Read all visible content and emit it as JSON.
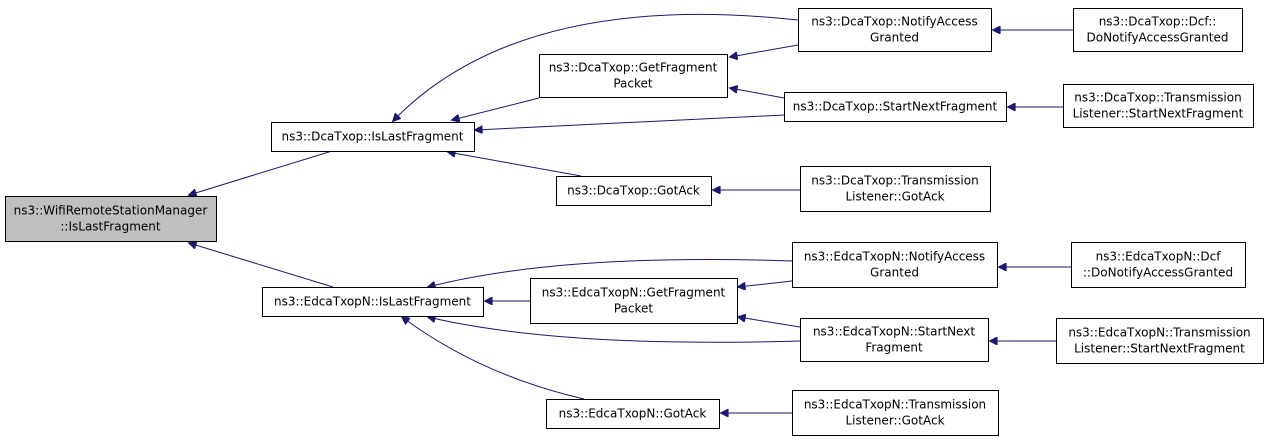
{
  "graph": {
    "colors": {
      "edge": "#191970",
      "root_fill": "#bfbfbf",
      "node_fill": "#ffffff",
      "border": "#000000"
    },
    "nodes": {
      "root": [
        "ns3::WifiRemoteStationManager",
        "::IsLastFragment"
      ],
      "dca_islast": [
        "ns3::DcaTxop::IsLastFragment"
      ],
      "dca_notify": [
        "ns3::DcaTxop::NotifyAccess",
        "Granted"
      ],
      "dca_dcf_notify": [
        "ns3::DcaTxop::Dcf::",
        "DoNotifyAccessGranted"
      ],
      "dca_getfrag": [
        "ns3::DcaTxop::GetFragment",
        "Packet"
      ],
      "dca_startnext": [
        "ns3::DcaTxop::StartNextFragment"
      ],
      "dca_tl_startnext": [
        "ns3::DcaTxop::Transmission",
        "Listener::StartNextFragment"
      ],
      "dca_gotack": [
        "ns3::DcaTxop::GotAck"
      ],
      "dca_tl_gotack": [
        "ns3::DcaTxop::Transmission",
        "Listener::GotAck"
      ],
      "edca_islast": [
        "ns3::EdcaTxopN::IsLastFragment"
      ],
      "edca_notify": [
        "ns3::EdcaTxopN::NotifyAccess",
        "Granted"
      ],
      "edca_dcf_notify": [
        "ns3::EdcaTxopN::Dcf",
        "::DoNotifyAccessGranted"
      ],
      "edca_getfrag": [
        "ns3::EdcaTxopN::GetFragment",
        "Packet"
      ],
      "edca_startnext": [
        "ns3::EdcaTxopN::StartNext",
        "Fragment"
      ],
      "edca_tl_startnext": [
        "ns3::EdcaTxopN::Transmission",
        "Listener::StartNextFragment"
      ],
      "edca_gotack": [
        "ns3::EdcaTxopN::GotAck"
      ],
      "edca_tl_gotack": [
        "ns3::EdcaTxopN::Transmission",
        "Listener::GotAck"
      ]
    },
    "edges": [
      {
        "from": "dca_islast",
        "to": "root"
      },
      {
        "from": "edca_islast",
        "to": "root"
      },
      {
        "from": "dca_notify",
        "to": "dca_islast"
      },
      {
        "from": "dca_getfrag",
        "to": "dca_islast"
      },
      {
        "from": "dca_startnext",
        "to": "dca_islast"
      },
      {
        "from": "dca_gotack",
        "to": "dca_islast"
      },
      {
        "from": "dca_notify",
        "to": "dca_getfrag"
      },
      {
        "from": "dca_startnext",
        "to": "dca_getfrag"
      },
      {
        "from": "dca_dcf_notify",
        "to": "dca_notify"
      },
      {
        "from": "dca_tl_startnext",
        "to": "dca_startnext"
      },
      {
        "from": "dca_tl_gotack",
        "to": "dca_gotack"
      },
      {
        "from": "edca_notify",
        "to": "edca_islast"
      },
      {
        "from": "edca_getfrag",
        "to": "edca_islast"
      },
      {
        "from": "edca_startnext",
        "to": "edca_islast"
      },
      {
        "from": "edca_gotack",
        "to": "edca_islast"
      },
      {
        "from": "edca_notify",
        "to": "edca_getfrag"
      },
      {
        "from": "edca_startnext",
        "to": "edca_getfrag"
      },
      {
        "from": "edca_dcf_notify",
        "to": "edca_notify"
      },
      {
        "from": "edca_tl_startnext",
        "to": "edca_startnext"
      },
      {
        "from": "edca_tl_gotack",
        "to": "edca_gotack"
      }
    ]
  }
}
